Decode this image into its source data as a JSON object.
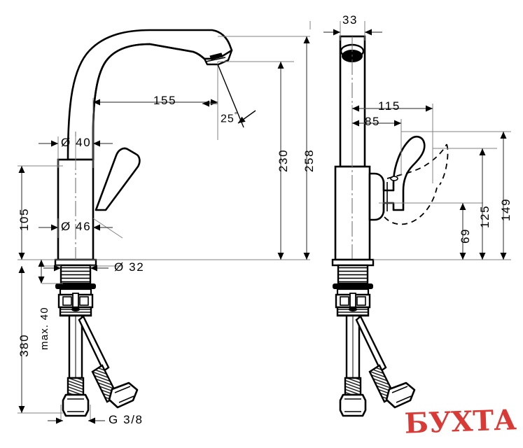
{
  "document": {
    "type": "technical-dimension-drawing",
    "subject": "single-lever basin mixer faucet",
    "views": [
      {
        "name": "front-elevation",
        "side": "left"
      },
      {
        "name": "side-elevation",
        "side": "right"
      }
    ],
    "units": "mm"
  },
  "dimensions": {
    "spout_reach": "155",
    "spout_angle": "25°",
    "spout_height": "230",
    "overall_height": "258",
    "body_height": "105",
    "body_diameter_top": "Ø 40",
    "body_diameter_bottom": "Ø 46",
    "shank_diameter": "Ø 32",
    "hose_length": "380",
    "max_deck_thickness": "max. 40",
    "connection_thread": "G 3/8",
    "spout_width": "33",
    "handle_reach_max": "115",
    "handle_reach": "85",
    "handle_height_low": "69",
    "handle_height_mid": "125",
    "handle_height_top": "149"
  },
  "labels": {
    "reach_155": "155",
    "angle_25": "25",
    "angle_degree_sign": "°",
    "height_230": "230",
    "height_258": "258",
    "height_105": "105",
    "dia_40": "Ø 40",
    "dia_46": "Ø 46",
    "dia_32": "Ø 32",
    "len_380": "380",
    "max_40": "max. 40",
    "thread_g38": "G 3/8",
    "width_33": "33",
    "reach_115": "115",
    "reach_85": "85",
    "h_69": "69",
    "h_125": "125",
    "h_149": "149"
  },
  "watermark": {
    "text": "БУХТА",
    "color": "#d93a35",
    "outline": "#ffffff"
  },
  "colors": {
    "outline": "#000000",
    "dimension_line": "#4d4d4d",
    "extension_line": "#808080",
    "background": "#ffffff"
  }
}
